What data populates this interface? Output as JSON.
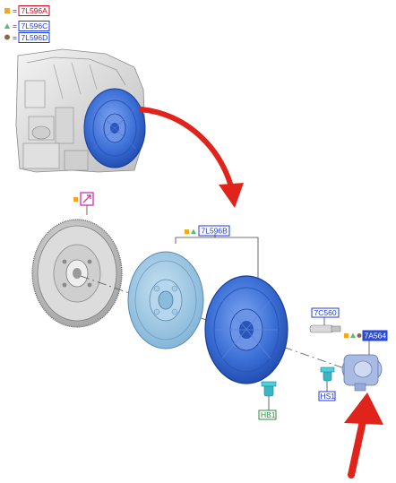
{
  "legend": [
    {
      "code": "7L596A",
      "eq": "=",
      "symbol": "square",
      "color": "#f5a623",
      "box": "#d0021b"
    },
    {
      "code": "7L596C",
      "eq": "=",
      "symbol": "triangle",
      "color": "#5fb878",
      "box": "#1f3bd6"
    },
    {
      "code": "7L596D",
      "eq": "=",
      "symbol": "circle",
      "color": "#8b6a3e",
      "box": "#1f3bd6"
    }
  ],
  "callouts": {
    "kit": "7L596B",
    "bearing_top": "7C560",
    "slave_cyl": "7A564",
    "hose_bolt": "HS1",
    "release_bolt": "HB1"
  },
  "colors": {
    "part_blue": "#3b6fd6",
    "disc_blue": "#8fc0de",
    "flywheel_gray": "#c9c9c9",
    "arrow_red": "#e0241b",
    "tag_magenta": "#d43fb8",
    "tag_green": "#2e8b3d"
  }
}
